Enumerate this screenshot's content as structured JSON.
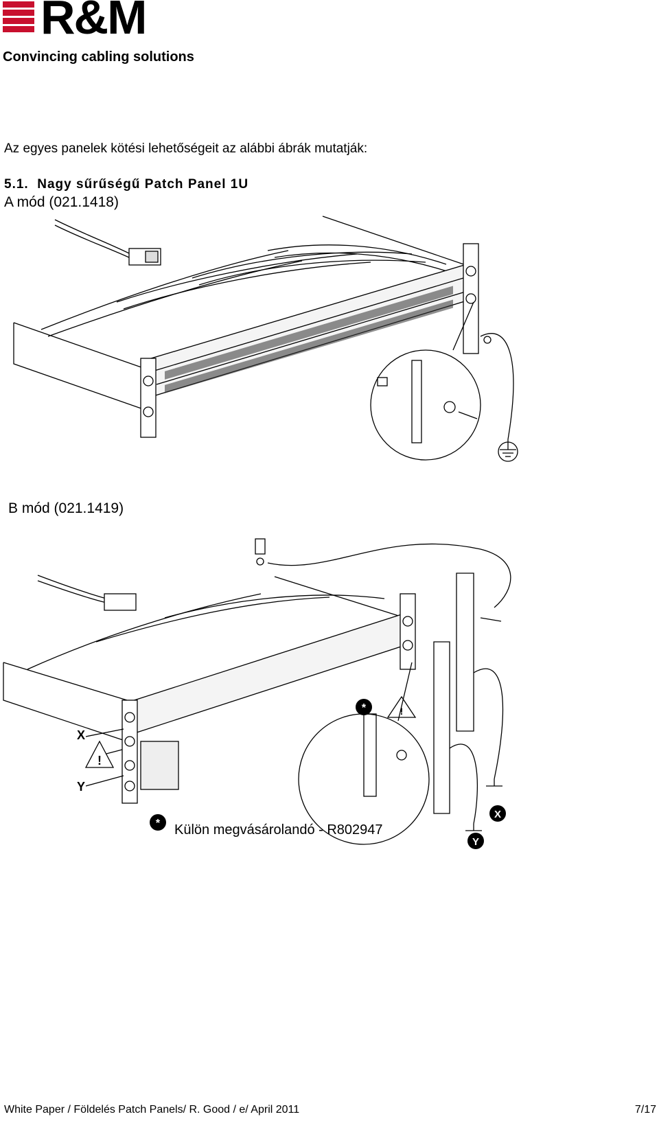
{
  "brand": {
    "name": "R&M",
    "tagline": "Convincing cabling solutions",
    "color": "#c8102e"
  },
  "content": {
    "intro": "Az egyes panelek kötési lehetőségeit az alábbi ábrák mutatják:",
    "section_number": "5.1.",
    "section_title": "Nagy sűrűségű Patch Panel 1U",
    "mode_a": "A mód (021.1418)",
    "mode_b": "B mód (021.1419)"
  },
  "figure_b": {
    "label_x": "X",
    "label_y": "Y",
    "star": "*",
    "note": "Külön megvásárolandó - R802947"
  },
  "footer": {
    "text": "White Paper / Földelés Patch Panels/ R. Good / e/ April 2011",
    "page": "7/17"
  }
}
